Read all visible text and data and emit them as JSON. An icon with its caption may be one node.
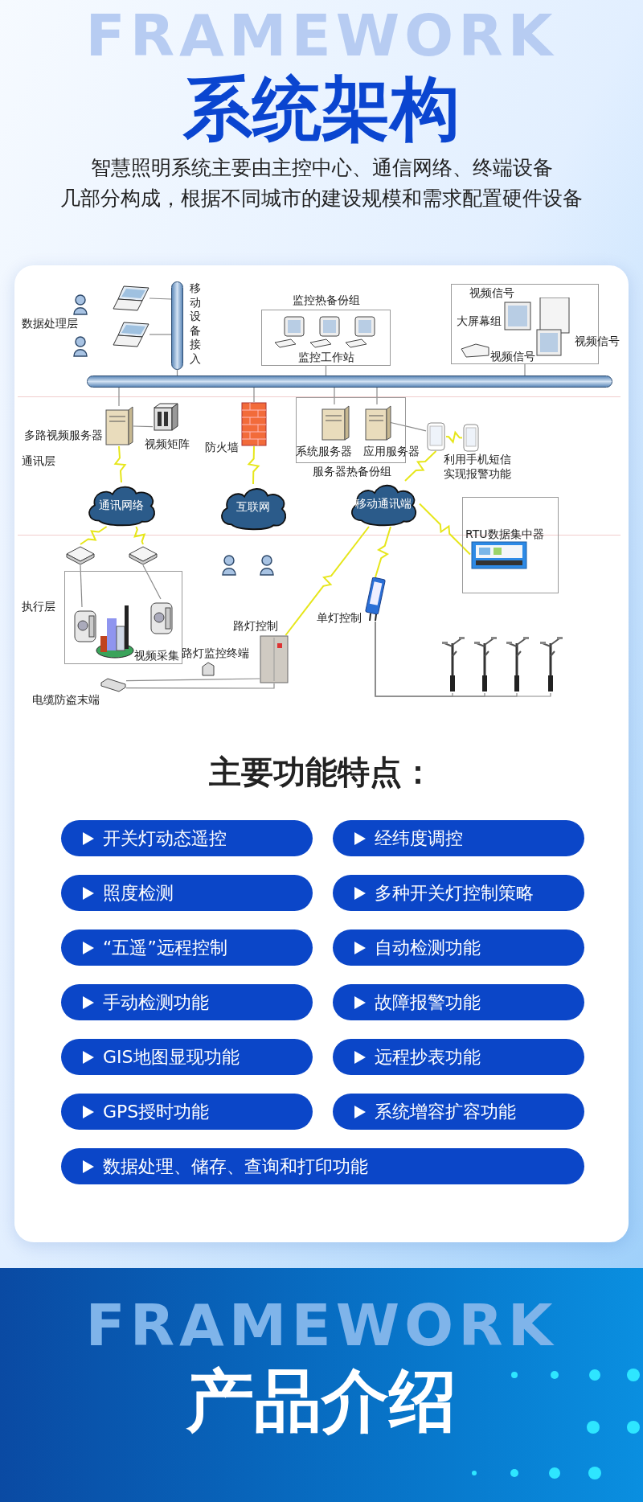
{
  "diagram": {
    "title": "系统架构",
    "nodes": [
      {
        "text": [],
        "shape": "picture"
      },
      {
        "text": [],
        "shape": "picture"
      },
      {
        "text": [],
        "shape": "cylinder",
        "beside": [
          "移动设备接入"
        ]
      },
      {
        "text": [
          "监控热备份组",
          "监控工作站"
        ]
      },
      {
        "text": [
          "视频信号",
          "大屏幕组",
          "视频信号",
          "视频信号"
        ]
      },
      {
        "text": [],
        "shape": "cylinder"
      },
      {
        "text": [],
        "shape": "picture",
        "beside": [
          "多路视频服务器"
        ]
      },
      {
        "text": [],
        "shape": "picture",
        "beside": [
          "视频矩阵"
        ]
      },
      {
        "text": [],
        "shape": "box",
        "beside": [
          "防火墙"
        ]
      },
      {
        "text": [
          "服务器热备份组"
        ]
      },
      {
        "text": [],
        "shape": "picture",
        "in": 9,
        "beside": [
          "系统服务器"
        ]
      },
      {
        "text": [],
        "shape": "picture",
        "in": 9,
        "beside": [
          "应用服务器"
        ]
      },
      {
        "text": [],
        "shape": "picture",
        "beside": [
          "利用手机短信实现报警功能"
        ]
      },
      {
        "text": [],
        "shape": "picture"
      },
      {
        "text": [
          "通讯网络"
        ]
      },
      {
        "text": [
          "互联网"
        ]
      },
      {
        "text": [
          "移动通讯端"
        ]
      },
      {
        "text": [
          "RTU数据集中器"
        ]
      },
      {
        "text": [],
        "shape": "picture",
        "in": 17
      },
      {
        "text": [],
        "shape": "picture"
      },
      {
        "text": [],
        "shape": "picture"
      },
      {
        "text": [
          "视频采集"
        ]
      },
      {
        "text": [],
        "shape": "picture",
        "in": 21
      },
      {
        "text": [],
        "shape": "picture",
        "in": 21
      },
      {
        "text": [],
        "shape": "picture",
        "beside": [
          "路灯控制"
        ]
      },
      {
        "text": [],
        "shape": "box",
        "beside": [
          "路灯监控终端"
        ]
      },
      {
        "text": [],
        "shape": "picture",
        "beside": [
          "电缆防盗末端"
        ]
      },
      {
        "text": [],
        "shape": "picture",
        "beside": [
          "单灯控制"
        ]
      },
      {
        "text": [],
        "shape": "picture"
      },
      {
        "text": [],
        "shape": "picture"
      },
      {
        "text": [],
        "shape": "picture"
      },
      {
        "text": [],
        "shape": "picture"
      },
      {
        "text": [
          "开关灯动态遥控"
        ]
      },
      {
        "text": [
          "经纬度调控"
        ]
      },
      {
        "text": [
          "照度检测"
        ]
      },
      {
        "text": [
          "多种开关灯控制策略"
        ]
      },
      {
        "text": [
          "“五遥”远程控制"
        ]
      },
      {
        "text": [
          "自动检测功能"
        ]
      },
      {
        "text": [
          "手动检测功能"
        ]
      },
      {
        "text": [
          "故障报警功能"
        ]
      },
      {
        "text": [
          "GIS地图显现功能"
        ]
      },
      {
        "text": [
          "远程抄表功能"
        ]
      },
      {
        "text": [
          "GPS授时功能"
        ]
      },
      {
        "text": [
          "系统增容扩容功能"
        ]
      },
      {
        "text": [
          "数据处理、储存、查询和打印功能"
        ]
      }
    ],
    "edges": [
      {
        "from": 0,
        "to": 2,
        "arrow": "none"
      },
      {
        "from": 1,
        "to": 2,
        "arrow": "none"
      },
      {
        "from": 2,
        "to": 5,
        "arrow": "none"
      },
      {
        "from": 3,
        "to": 5,
        "arrow": "none"
      },
      {
        "from": 4,
        "to": 5,
        "arrow": "none"
      },
      {
        "from": 5,
        "to": 6,
        "arrow": "none"
      },
      {
        "from": 6,
        "to": 7,
        "arrow": "none"
      },
      {
        "from": 5,
        "to": 8,
        "arrow": "none"
      },
      {
        "from": 5,
        "to": 10,
        "arrow": "none"
      },
      {
        "from": 5,
        "to": 11,
        "arrow": "none"
      },
      {
        "from": 11,
        "to": 12,
        "arrow": "none"
      },
      {
        "from": 12,
        "to": 13,
        "arrow": "none",
        "color": "#e6e61a"
      },
      {
        "from": 6,
        "to": 14,
        "arrow": "none",
        "color": "#e6e61a"
      },
      {
        "from": 8,
        "to": 15,
        "arrow": "none",
        "color": "#e6e61a"
      },
      {
        "from": 12,
        "to": 16,
        "arrow": "none",
        "color": "#e6e61a"
      },
      {
        "from": 14,
        "to": 19,
        "arrow": "none",
        "color": "#e6e61a"
      },
      {
        "from": 14,
        "to": 20,
        "arrow": "none",
        "color": "#e6e61a"
      },
      {
        "from": 16,
        "to": 18,
        "arrow": "none",
        "color": "#e6e61a"
      },
      {
        "from": 16,
        "to": 24,
        "arrow": "none",
        "color": "#e6e61a"
      },
      {
        "from": 16,
        "to": 27,
        "arrow": "none",
        "color": "#e6e61a"
      },
      {
        "from": 19,
        "to": 22,
        "arrow": "none"
      },
      {
        "from": 20,
        "to": 23,
        "arrow": "none"
      },
      {
        "from": 26,
        "to": 24,
        "arrow": "none"
      },
      {
        "from": 26,
        "to": 24,
        "arrow": "none"
      },
      {
        "from": 27,
        "to": 28,
        "arrow": "none"
      },
      {
        "from": 27,
        "to": 29,
        "arrow": "none"
      },
      {
        "from": 27,
        "to": 30,
        "arrow": "none"
      },
      {
        "from": 27,
        "to": 31,
        "arrow": "none"
      }
    ],
    "labels": [
      "FRAMEWORK",
      "智慧照明系统主要由主控中心、通信网络、终端设备",
      "几部分构成，根据不同城市的建设规模和需求配置硬件设备",
      "数据处理层",
      "通讯层",
      "执行层",
      "主要功能特点：",
      "FRAMEWORK",
      "产品介绍"
    ]
  }
}
